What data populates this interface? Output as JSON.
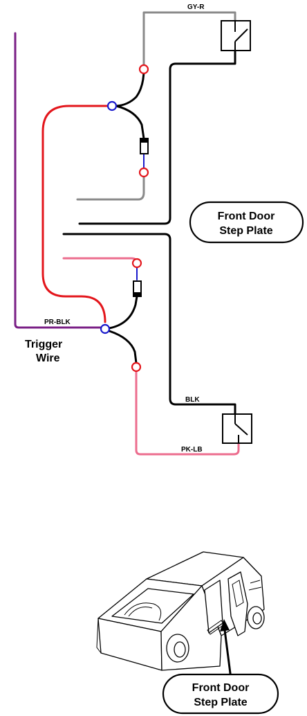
{
  "wires": {
    "gy_r": "GY-R",
    "pr_blk": "PR-BLK",
    "blk": "BLK",
    "pk_lb": "PK-LB"
  },
  "trigger": {
    "line1": "Trigger",
    "line2": "Wire"
  },
  "callout_top": {
    "line1": "Front Door",
    "line2": "Step Plate"
  },
  "callout_bottom": {
    "line1": "Front Door",
    "line2": "Step Plate"
  },
  "colors": {
    "gray": "#8a8a8a",
    "red": "#e3151b",
    "purple": "#7a1f86",
    "pink": "#ec6d8e",
    "blue": "#1a1acc",
    "black": "#000000"
  }
}
